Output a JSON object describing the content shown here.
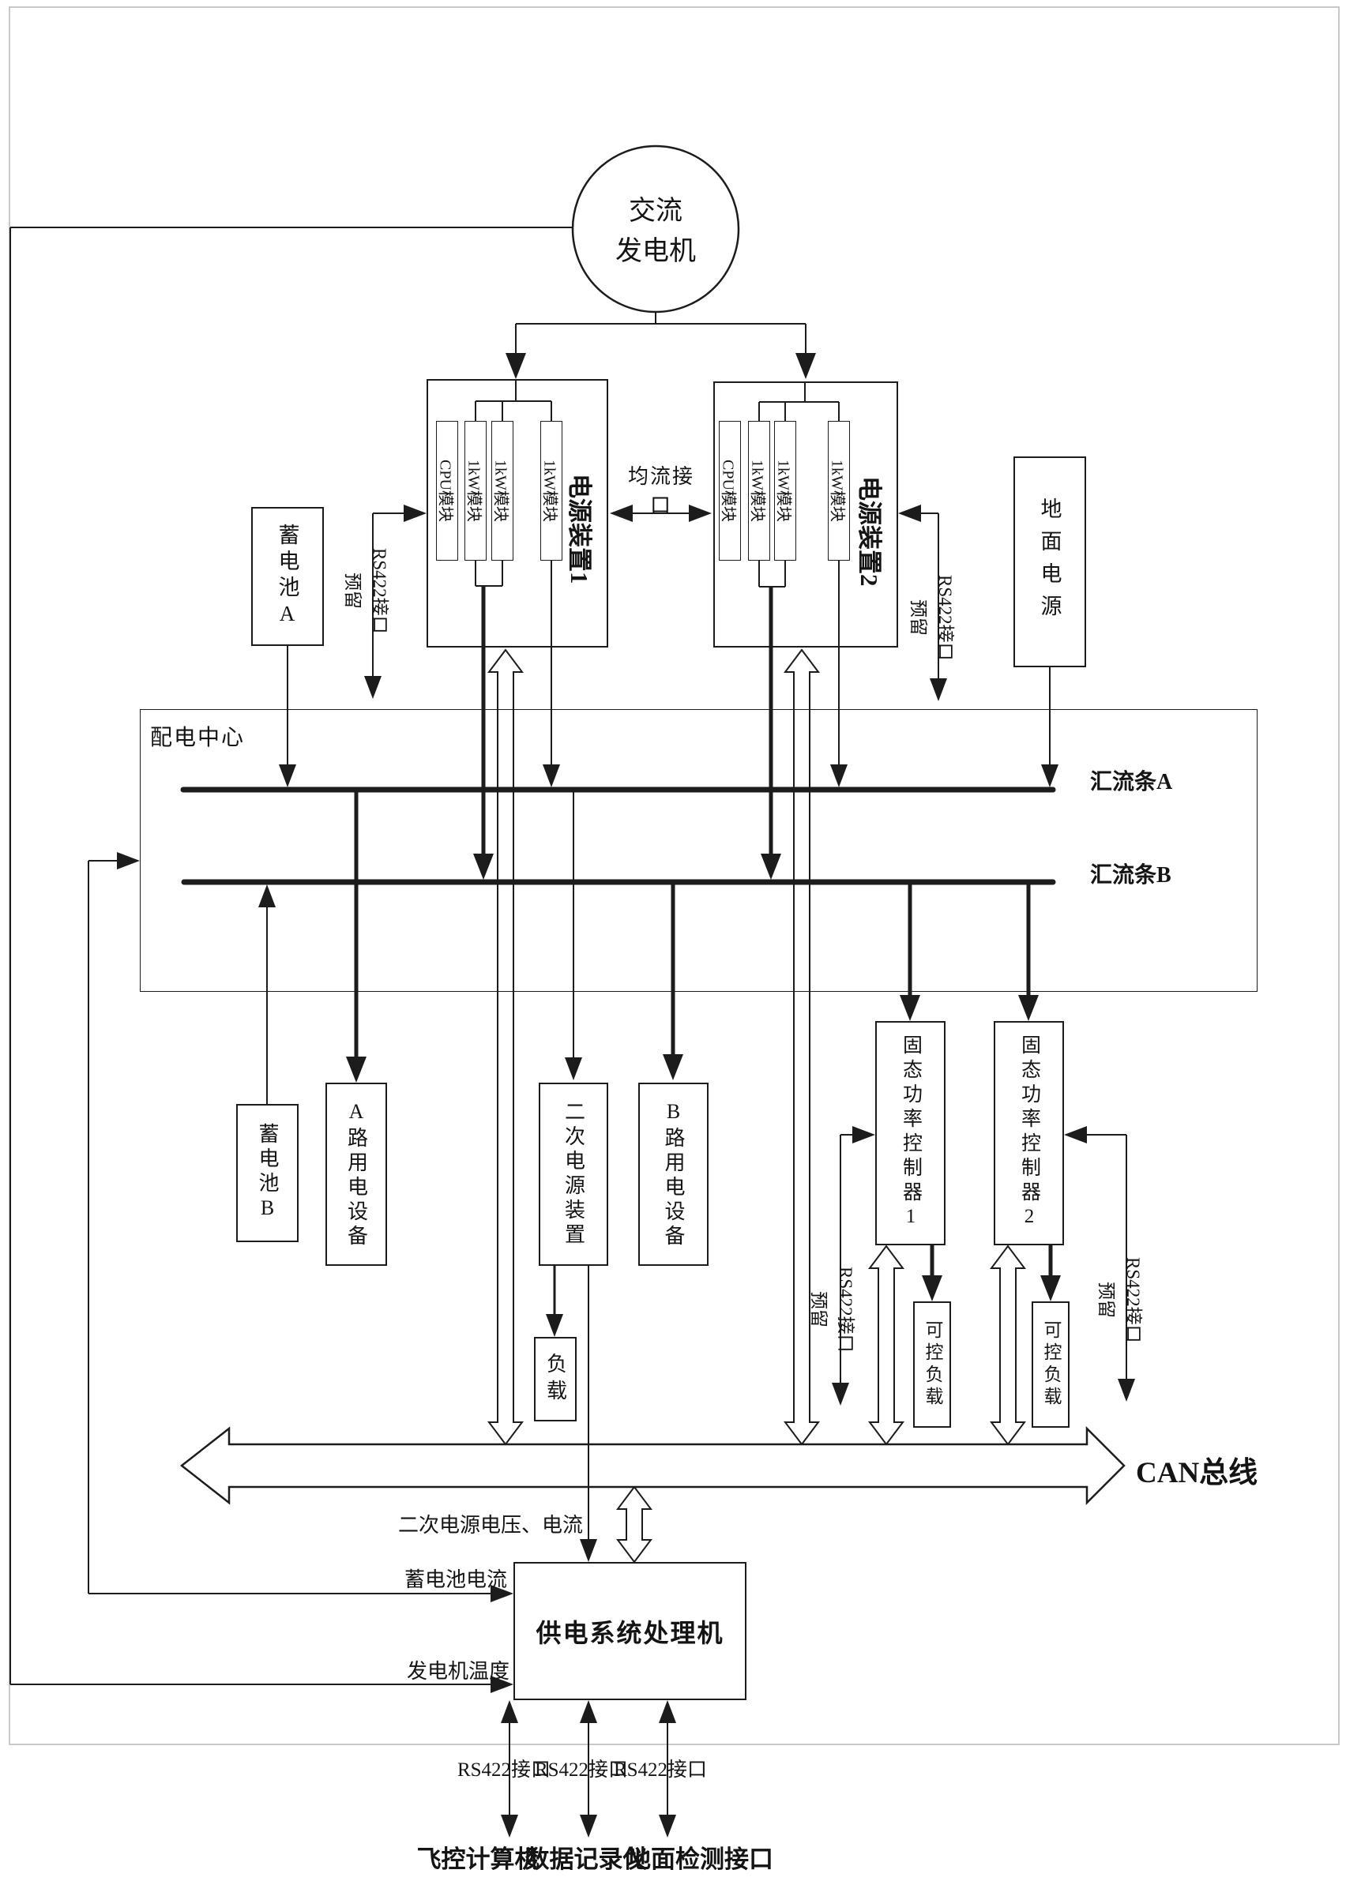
{
  "figure": {
    "generator": "交流\n发电机",
    "current_share_interface": "均流接口",
    "reserved_rs422": "预留\nRS422接口",
    "power_unit_1": {
      "title": "电源装置1",
      "modules": [
        "CPU模块",
        "1kW模块",
        "1kW模块",
        "1kW模块"
      ]
    },
    "power_unit_2": {
      "title": "电源装置2",
      "modules": [
        "CPU模块",
        "1kW模块",
        "1kW模块",
        "1kW模块"
      ]
    },
    "battery_a": "蓄电池A",
    "battery_b": "蓄电池B",
    "ground_power": "地面电源",
    "distribution_center": {
      "title": "配电中心",
      "bus_a": "汇流条A",
      "bus_b": "汇流条B"
    },
    "load_branch_a": "A路用电设备",
    "secondary_power_unit": "二次电源装置",
    "load_branch_b": "B路用电设备",
    "sspc_1": "固态功率控制器1",
    "sspc_2": "固态功率控制器2",
    "load": "负载",
    "controllable_load": "可控负载",
    "can_bus": "CAN总线",
    "signals": {
      "secondary_vi": "二次电源电压、电流",
      "battery_current": "蓄电池电流",
      "generator_temp": "发电机温度"
    },
    "processor": "供电系统处理机",
    "rs422_port": "RS422接口",
    "bottom_devices": [
      "飞控计算机",
      "数据记录仪",
      "地面检测接口"
    ]
  }
}
